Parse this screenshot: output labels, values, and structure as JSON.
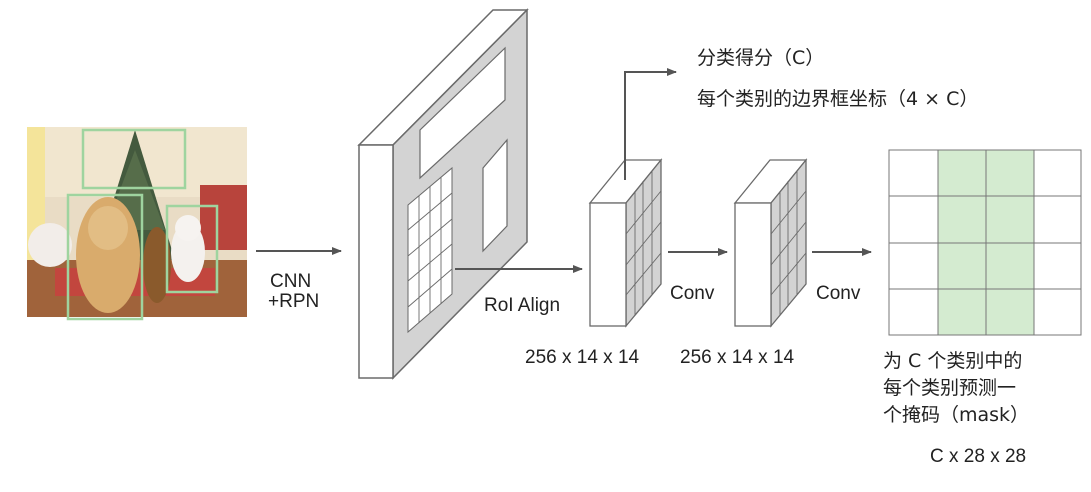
{
  "labels": {
    "cnn_rpn_line1": "CNN",
    "cnn_rpn_line2": "+RPN",
    "roi_align": "RoI Align",
    "conv_1": "Conv",
    "conv_2": "Conv",
    "dim_roi": "256 x 14 x 14",
    "dim_conv": "256 x 14 x 14",
    "class_scores": "分类得分（C）",
    "box_coords": "每个类别的边界框坐标（4 × C）",
    "mask_desc_line1": "为 C 个类别中的",
    "mask_desc_line2": "每个类别预测一",
    "mask_desc_line3": "个掩码（mask）",
    "mask_dim": "C x 28 x 28"
  },
  "colors": {
    "arrow": "#555555",
    "box_outline": "#6a6a6a",
    "feature_face": "#d3d3d3",
    "mask_highlight": "#d4ebd0",
    "detection_box": "#9fd49f"
  }
}
